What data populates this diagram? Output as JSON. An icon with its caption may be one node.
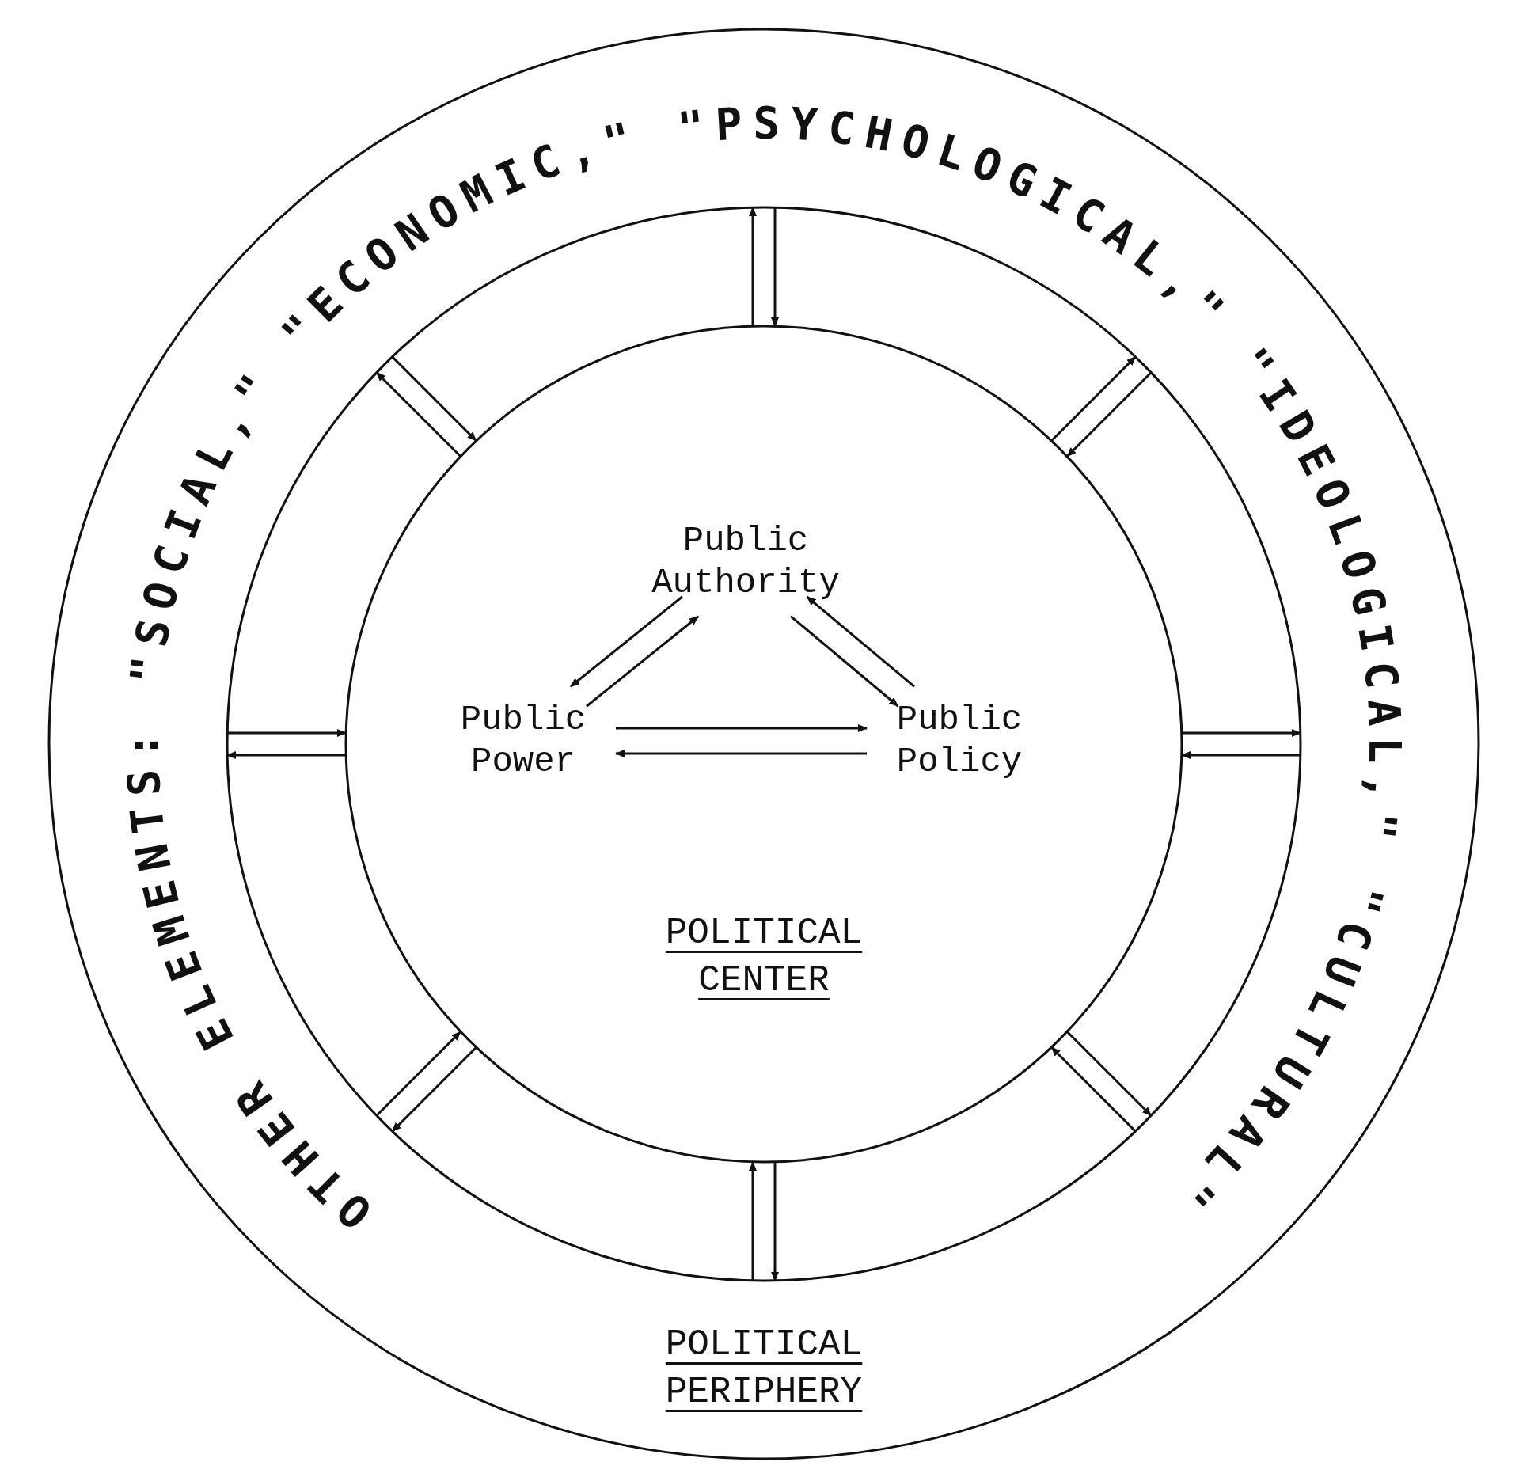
{
  "diagram": {
    "nodes": [
      {
        "text": [],
        "shape": "circle"
      },
      {
        "text": [
          "POLITICAL PERIPHERY"
        ],
        "in": 0
      },
      {
        "text": [
          "POLITICAL CENTER"
        ],
        "in": 1
      },
      {
        "text": [
          "Public Authority"
        ],
        "in": 2
      },
      {
        "text": [
          "Public Power"
        ],
        "in": 2
      },
      {
        "text": [
          "Public Policy"
        ],
        "in": 2
      }
    ],
    "edges": [
      {
        "from": 4,
        "to": 3,
        "arrow": "to"
      },
      {
        "from": 3,
        "to": 4,
        "arrow": "to"
      },
      {
        "from": 3,
        "to": 5,
        "arrow": "to"
      },
      {
        "from": 5,
        "to": 3,
        "arrow": "to"
      },
      {
        "from": 4,
        "to": 5,
        "arrow": "to"
      },
      {
        "from": 5,
        "to": 4,
        "arrow": "to"
      },
      {
        "from": 2,
        "to": 1,
        "arrow": "to"
      },
      {
        "from": 1,
        "to": 2,
        "arrow": "to"
      },
      {
        "from": 2,
        "to": 1,
        "arrow": "to"
      },
      {
        "from": 1,
        "to": 2,
        "arrow": "to"
      },
      {
        "from": 2,
        "to": 1,
        "arrow": "to"
      },
      {
        "from": 1,
        "to": 2,
        "arrow": "to"
      },
      {
        "from": 2,
        "to": 1,
        "arrow": "to"
      },
      {
        "from": 1,
        "to": 2,
        "arrow": "to"
      },
      {
        "from": 2,
        "to": 1,
        "arrow": "to"
      },
      {
        "from": 1,
        "to": 2,
        "arrow": "to"
      },
      {
        "from": 2,
        "to": 1,
        "arrow": "to"
      },
      {
        "from": 1,
        "to": 2,
        "arrow": "to"
      },
      {
        "from": 2,
        "to": 1,
        "arrow": "to"
      },
      {
        "from": 1,
        "to": 2,
        "arrow": "to"
      },
      {
        "from": 2,
        "to": 1,
        "arrow": "to"
      },
      {
        "from": 1,
        "to": 2,
        "arrow": "to"
      }
    ],
    "labels": [
      "OTHER ELEMENTS: \"SOCIAL,\" \"ECONOMIC,\" \"PSYCHOLOGICAL,\" \"IDEOLOGICAL,\" \"CULTURAL\""
    ]
  }
}
